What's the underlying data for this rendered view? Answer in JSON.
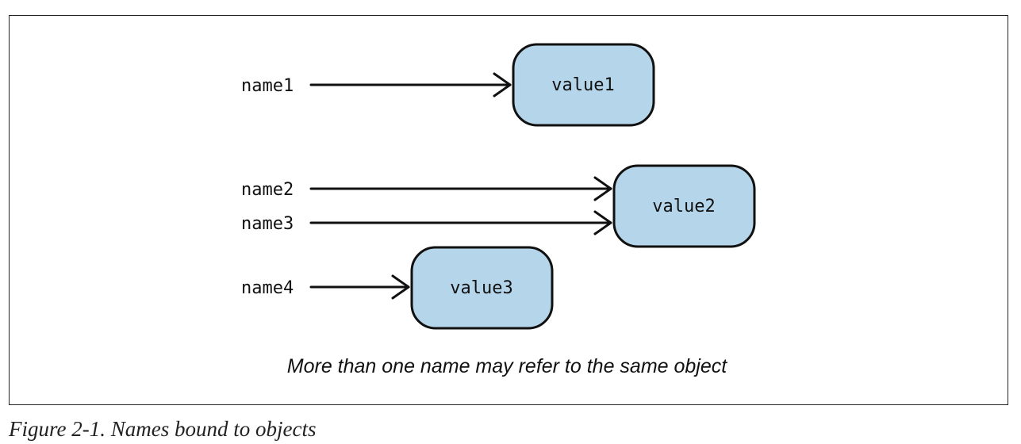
{
  "diagram": {
    "names": [
      "name1",
      "name2",
      "name3",
      "name4"
    ],
    "values": [
      "value1",
      "value2",
      "value3"
    ],
    "bindings": [
      {
        "name": "name1",
        "value": "value1"
      },
      {
        "name": "name2",
        "value": "value2"
      },
      {
        "name": "name3",
        "value": "value2"
      },
      {
        "name": "name4",
        "value": "value3"
      }
    ],
    "note": "More than one name may refer to the same object",
    "colors": {
      "box_fill": "#b5d5ea",
      "box_stroke": "#111111",
      "arrow": "#111111"
    }
  },
  "caption": "Figure 2-1. Names bound to objects"
}
